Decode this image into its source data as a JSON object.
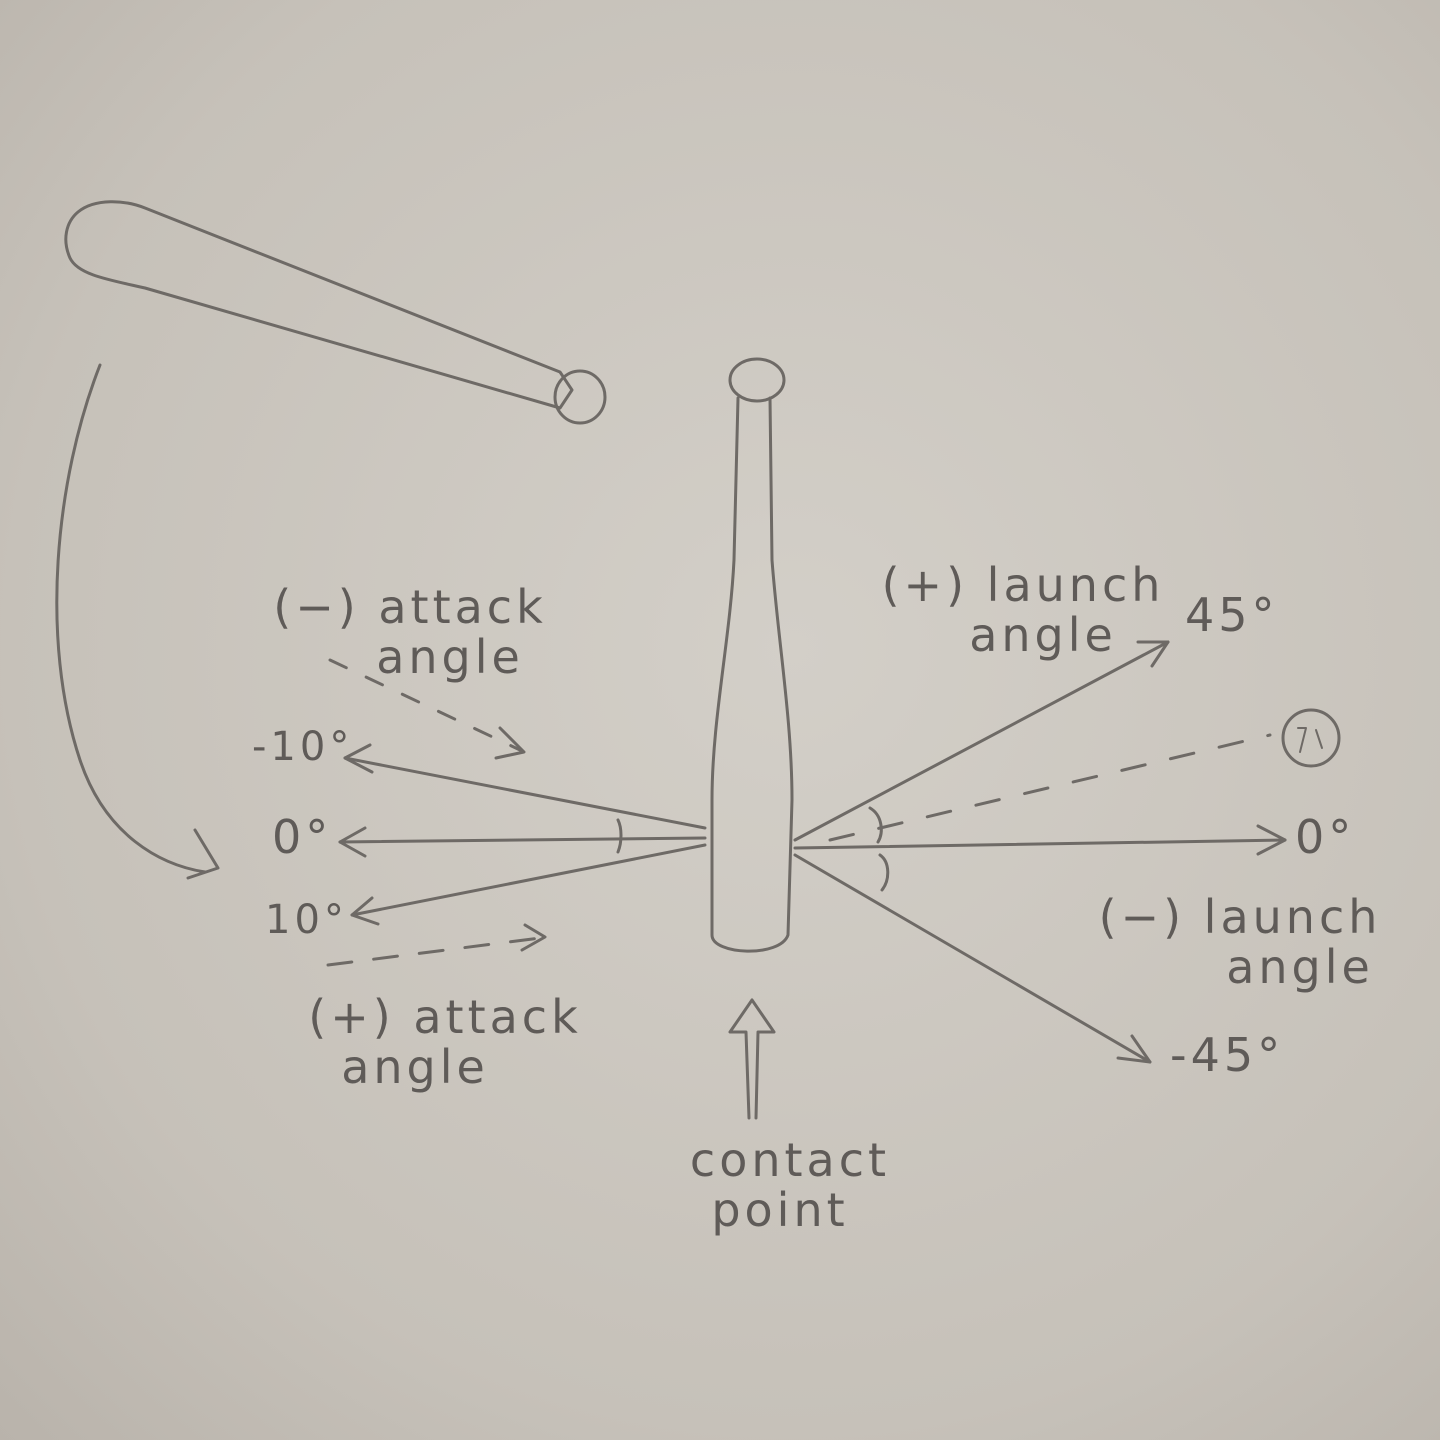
{
  "labels": {
    "neg_attack_top": "(−) attack",
    "neg_attack_bottom": "angle",
    "pos_attack_top": "(+) attack",
    "pos_attack_bottom": "angle",
    "pos_launch_top": "(+) launch",
    "pos_launch_bottom": "angle",
    "neg_launch_top": "(−) launch",
    "neg_launch_bottom": "angle",
    "contact_top": "contact",
    "contact_bottom": "point",
    "deg_neg10": "-10°",
    "deg_zero_left": "0°",
    "deg_10": "10°",
    "deg_45": "45°",
    "deg_zero_right": "0°",
    "deg_neg45": "-45°"
  },
  "colors": {
    "paper": "#cbc6bf",
    "pencil": "#6e6a66"
  }
}
